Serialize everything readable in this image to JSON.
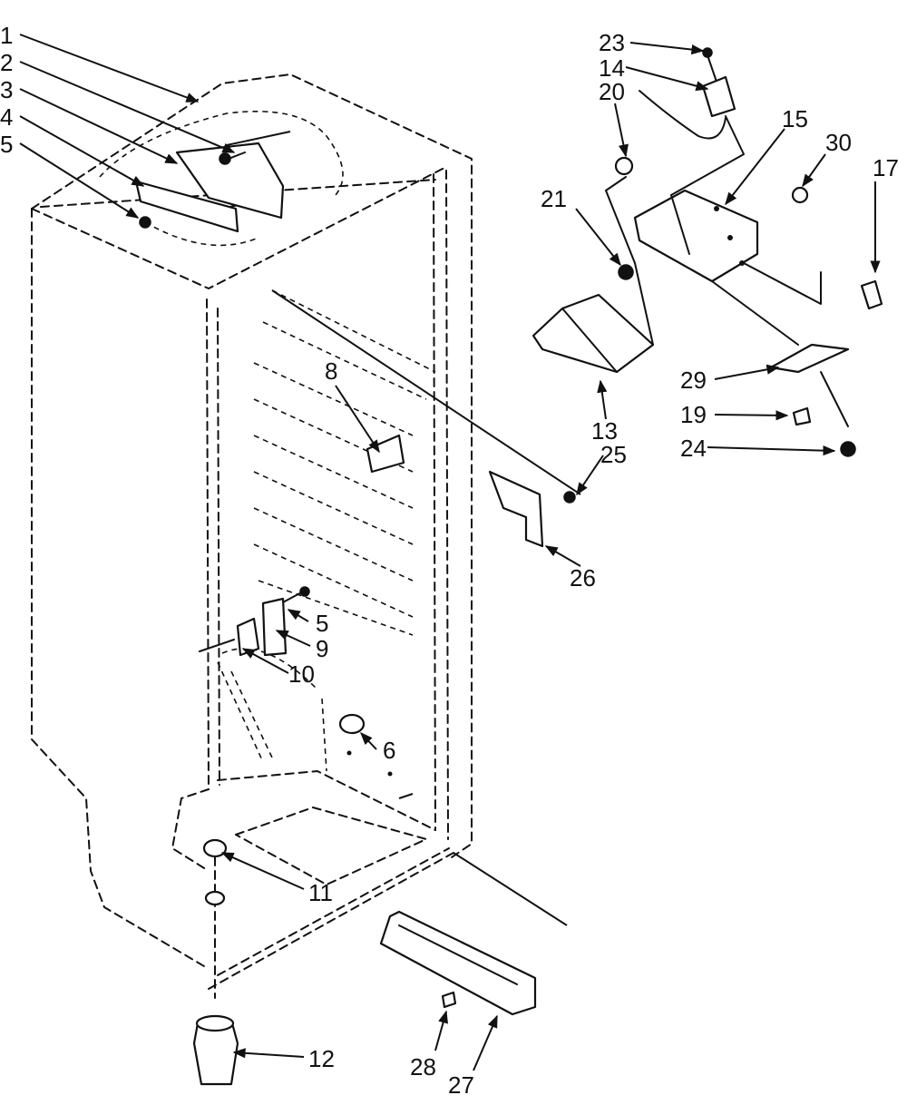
{
  "callouts": [
    "1",
    "2",
    "3",
    "4",
    "5",
    "8",
    "5",
    "9",
    "10",
    "6",
    "11",
    "12",
    "28",
    "27",
    "23",
    "14",
    "20",
    "15",
    "30",
    "17",
    "21",
    "29",
    "13",
    "19",
    "25",
    "24",
    "26"
  ]
}
